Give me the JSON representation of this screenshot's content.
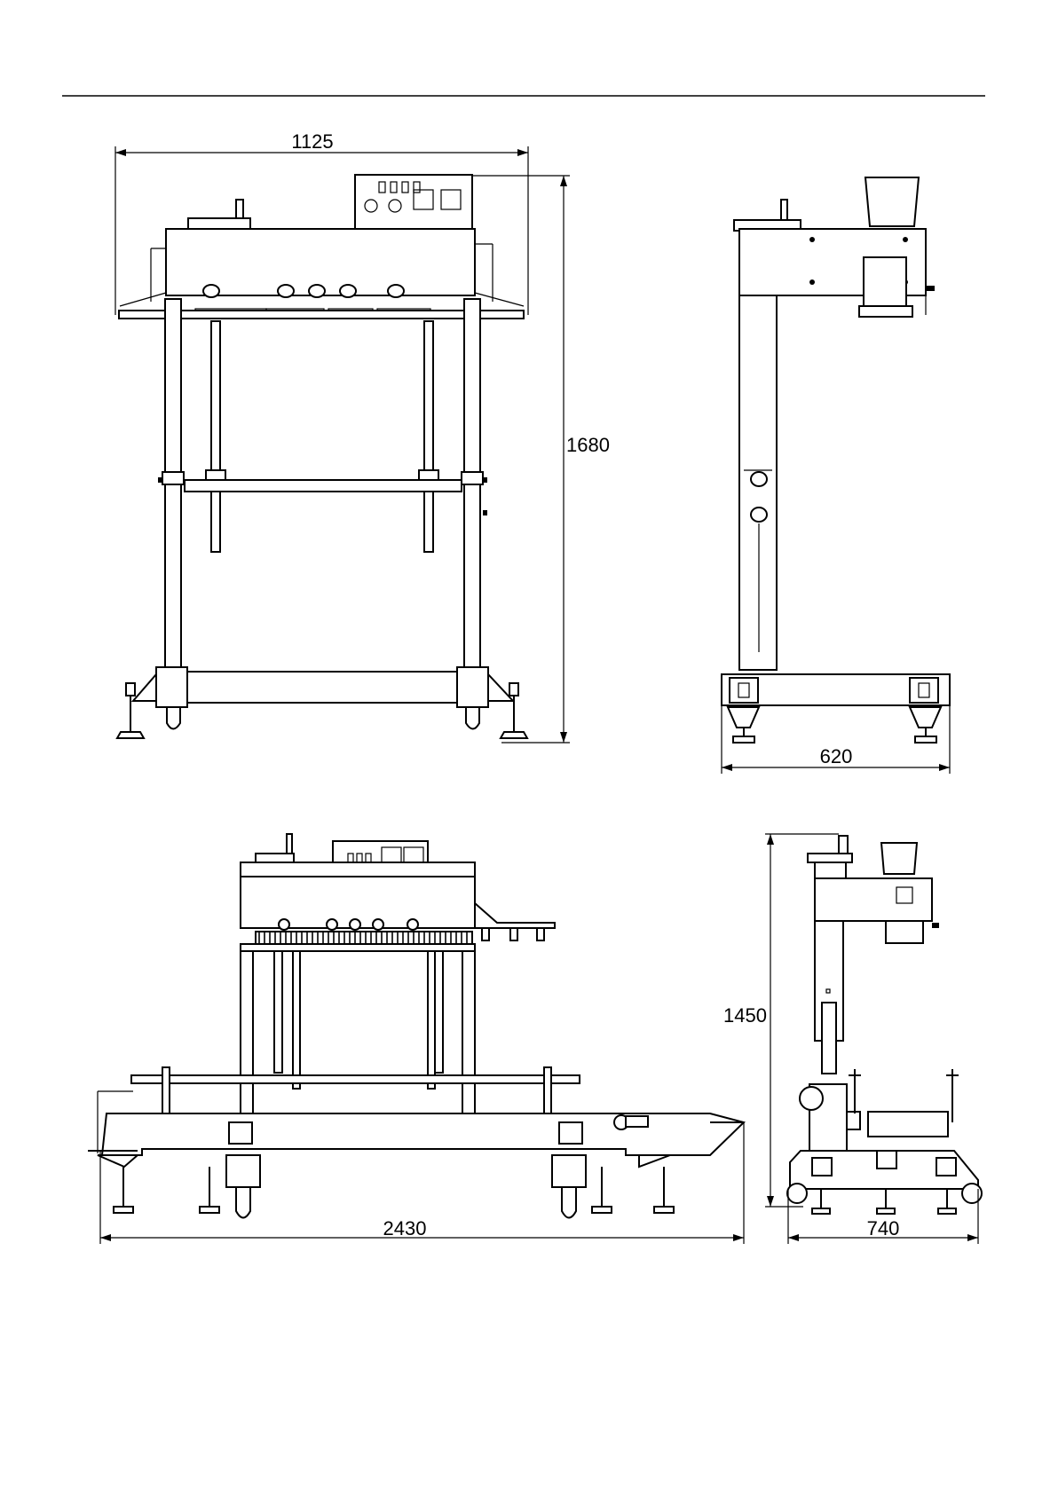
{
  "views": {
    "front": {
      "width_dim": "1125",
      "height_dim": "1680"
    },
    "side": {
      "depth_dim": "620"
    },
    "conveyor_front": {
      "length_dim": "2430"
    },
    "conveyor_side": {
      "height_dim": "1450",
      "width_dim": "740"
    }
  },
  "colors": {
    "line": "#000000",
    "background": "#ffffff"
  }
}
